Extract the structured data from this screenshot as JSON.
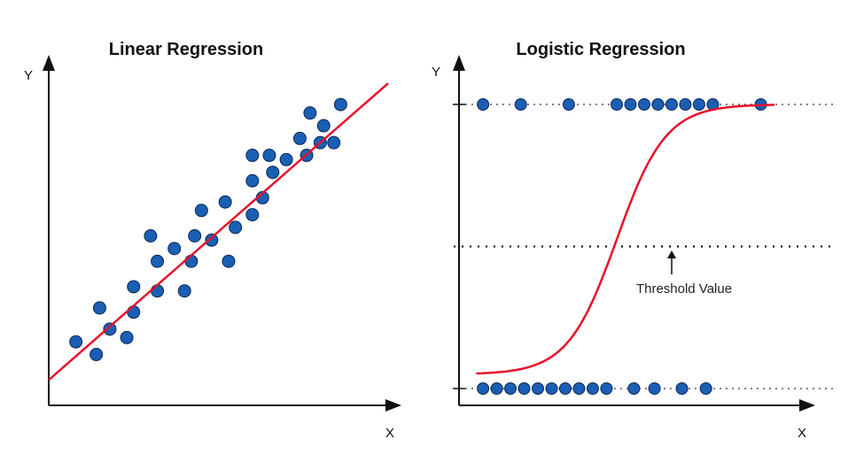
{
  "chart_data": [
    {
      "type": "scatter",
      "title": "Linear Regression",
      "xlabel": "X",
      "ylabel": "Y",
      "grid": false,
      "fit_line": {
        "type": "linear",
        "color": "#e8102a",
        "x0": 0,
        "y0": 0.6,
        "x1": 10,
        "y1": 7.6
      },
      "points": [
        [
          0.8,
          1.5
        ],
        [
          1.4,
          1.2
        ],
        [
          1.5,
          2.3
        ],
        [
          1.8,
          1.8
        ],
        [
          2.3,
          1.6
        ],
        [
          2.5,
          2.2
        ],
        [
          2.5,
          2.8
        ],
        [
          3.0,
          4.0
        ],
        [
          3.2,
          3.4
        ],
        [
          3.2,
          2.7
        ],
        [
          3.7,
          3.7
        ],
        [
          4.0,
          2.7
        ],
        [
          4.2,
          3.4
        ],
        [
          4.3,
          4.0
        ],
        [
          4.5,
          4.6
        ],
        [
          4.8,
          3.9
        ],
        [
          5.2,
          4.8
        ],
        [
          5.3,
          3.4
        ],
        [
          5.5,
          4.2
        ],
        [
          6.0,
          4.5
        ],
        [
          6.0,
          5.3
        ],
        [
          6.0,
          5.9
        ],
        [
          6.3,
          4.9
        ],
        [
          6.5,
          5.9
        ],
        [
          6.6,
          5.5
        ],
        [
          7.0,
          5.8
        ],
        [
          7.4,
          6.3
        ],
        [
          7.6,
          5.9
        ],
        [
          7.7,
          6.9
        ],
        [
          8.0,
          6.2
        ],
        [
          8.1,
          6.6
        ],
        [
          8.4,
          6.2
        ],
        [
          8.6,
          7.1
        ]
      ],
      "point_color": "#1a5fb4",
      "xlim": [
        0,
        10
      ],
      "ylim": [
        0,
        8
      ]
    },
    {
      "type": "scatter",
      "title": "Logistic Regression",
      "xlabel": "X",
      "ylabel": "Y",
      "grid": false,
      "curve": {
        "type": "sigmoid",
        "color": "#e8102a",
        "x_from": 0.5,
        "x_to": 9.2,
        "midpoint": 4.6,
        "k": 1.4
      },
      "threshold": {
        "label": "Threshold Value",
        "y": 0.5
      },
      "points_top": [
        0.7,
        1.8,
        3.2,
        4.6,
        5.0,
        5.4,
        5.8,
        6.2,
        6.6,
        7.0,
        7.4,
        8.8
      ],
      "points_bottom": [
        0.7,
        1.1,
        1.5,
        1.9,
        2.3,
        2.7,
        3.1,
        3.5,
        3.9,
        4.3,
        5.1,
        5.7,
        6.5,
        7.2
      ],
      "point_color": "#1a5fb4",
      "xlim": [
        0,
        10
      ],
      "ylim": [
        0,
        1
      ]
    }
  ]
}
